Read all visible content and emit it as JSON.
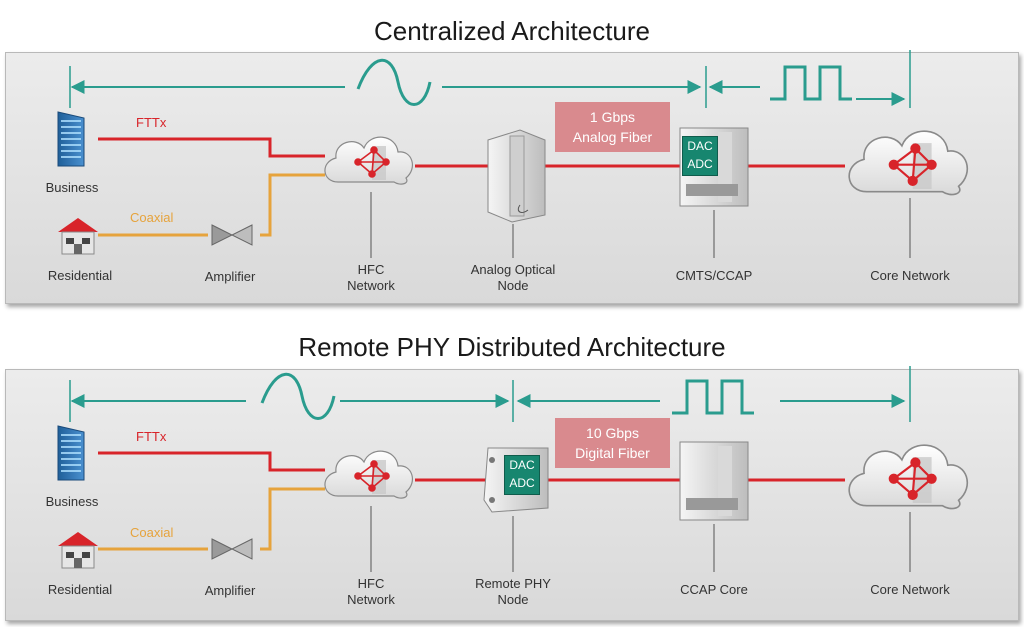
{
  "colors": {
    "fiber": "#d8242a",
    "coax": "#e6a33c",
    "arrow": "#2a9c8e",
    "fiber_box": "#d98a8e",
    "dac_box": "#17866f"
  },
  "centralized": {
    "title": "Centralized Architecture",
    "fttx_label": "FTTx",
    "coaxial_label": "Coaxial",
    "fiber_box": [
      "1 Gbps",
      "Analog Fiber"
    ],
    "dac": "DAC",
    "adc": "ADC",
    "labels": {
      "business": "Business",
      "residential": "Residential",
      "amplifier": "Amplifier",
      "hfc": [
        "HFC",
        "Network"
      ],
      "node": [
        "Analog Optical",
        "Node"
      ],
      "cmts": "CMTS/CCAP",
      "core": "Core Network"
    }
  },
  "distributed": {
    "title": "Remote PHY Distributed Architecture",
    "fttx_label": "FTTx",
    "coaxial_label": "Coaxial",
    "fiber_box": [
      "10 Gbps",
      "Digital Fiber"
    ],
    "dac": "DAC",
    "adc": "ADC",
    "labels": {
      "business": "Business",
      "residential": "Residential",
      "amplifier": "Amplifier",
      "hfc": [
        "HFC",
        "Network"
      ],
      "node": [
        "Remote PHY",
        "Node"
      ],
      "ccap": "CCAP Core",
      "core": "Core Network"
    }
  }
}
